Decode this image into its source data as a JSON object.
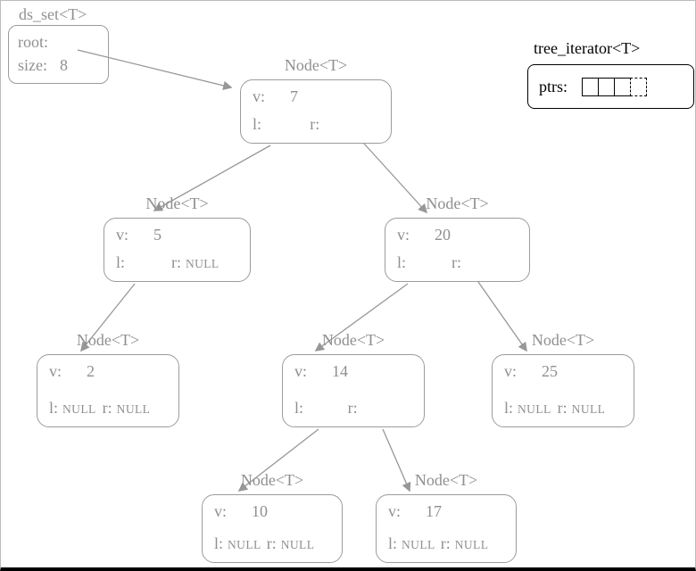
{
  "colors": {
    "node_gray": "#8f8f8f",
    "border_gray": "#9c9c9c",
    "arrow_gray": "#979797",
    "iterator_black": "#000000"
  },
  "ds_set": {
    "title": "ds_set<T>",
    "root_label": "root:",
    "size_label": "size:",
    "size_value": "8"
  },
  "iterator": {
    "title": "tree_iterator<T>",
    "ptrs_label": "ptrs:",
    "cell_count": 4,
    "last_cell_style": "dashed"
  },
  "labels": {
    "v": "v:",
    "l": "l:",
    "r": "r:"
  },
  "nodes": [
    {
      "title": "Node<T>",
      "v": "7",
      "l": "",
      "r": ""
    },
    {
      "title": "Node<T>",
      "v": "5",
      "l": "",
      "r": "NULL"
    },
    {
      "title": "Node<T>",
      "v": "20",
      "l": "",
      "r": ""
    },
    {
      "title": "Node<T>",
      "v": "2",
      "l": "NULL",
      "r": "NULL"
    },
    {
      "title": "Node<T>",
      "v": "14",
      "l": "",
      "r": ""
    },
    {
      "title": "Node<T>",
      "v": "25",
      "l": "NULL",
      "r": "NULL"
    },
    {
      "title": "Node<T>",
      "v": "10",
      "l": "NULL",
      "r": "NULL"
    },
    {
      "title": "Node<T>",
      "v": "17",
      "l": "NULL",
      "r": "NULL"
    }
  ],
  "edges": [
    {
      "from": "root",
      "to": "node-7"
    },
    {
      "from": "7.l",
      "to": "node-5"
    },
    {
      "from": "7.r",
      "to": "node-20"
    },
    {
      "from": "5.l",
      "to": "node-2"
    },
    {
      "from": "20.l",
      "to": "node-14"
    },
    {
      "from": "20.r",
      "to": "node-25"
    },
    {
      "from": "14.l",
      "to": "node-10"
    },
    {
      "from": "14.r",
      "to": "node-17"
    }
  ]
}
